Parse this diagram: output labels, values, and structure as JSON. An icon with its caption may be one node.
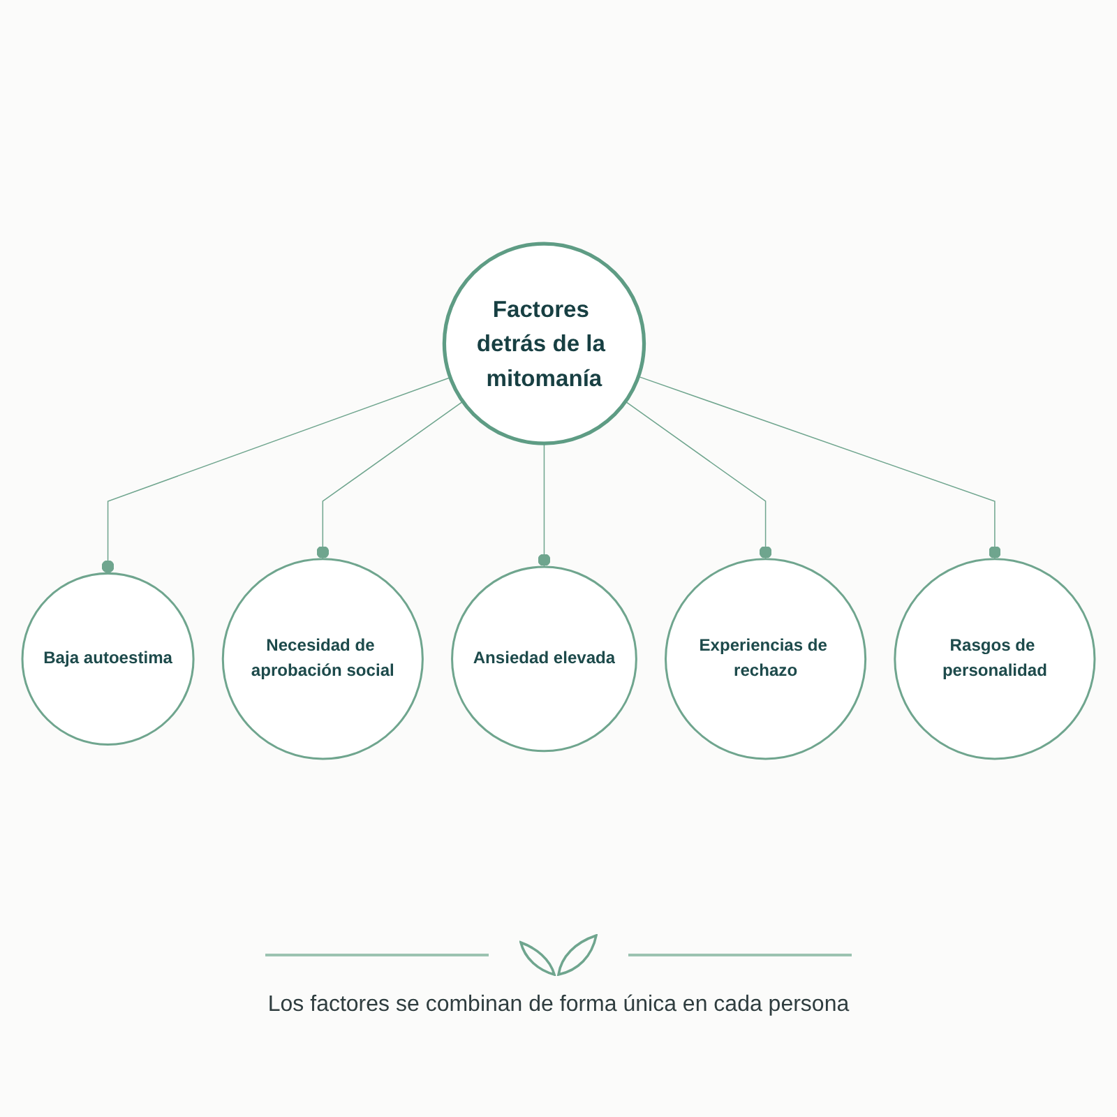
{
  "diagram": {
    "caption": "Los factores se combinan de forma única en cada persona",
    "nodes": [
      {
        "text": [
          "Baja autoestima"
        ]
      },
      {
        "text": [
          "Necesidad de aprobación social"
        ]
      },
      {
        "text": [
          "Factores detrás de la mitomanía"
        ]
      },
      {
        "text": [
          "Ansiedad elevada"
        ]
      },
      {
        "text": [
          "Experiencias de rechazo"
        ]
      },
      {
        "text": [
          "Rasgos de personalidad"
        ]
      }
    ],
    "edges": [
      {
        "from": 2,
        "to": 0,
        "arrow": "other"
      },
      {
        "from": 2,
        "to": 1,
        "arrow": "other"
      },
      {
        "from": 2,
        "to": 3,
        "arrow": "other"
      },
      {
        "from": 2,
        "to": 4,
        "arrow": "other"
      },
      {
        "from": 2,
        "to": 5,
        "arrow": "other"
      }
    ]
  }
}
